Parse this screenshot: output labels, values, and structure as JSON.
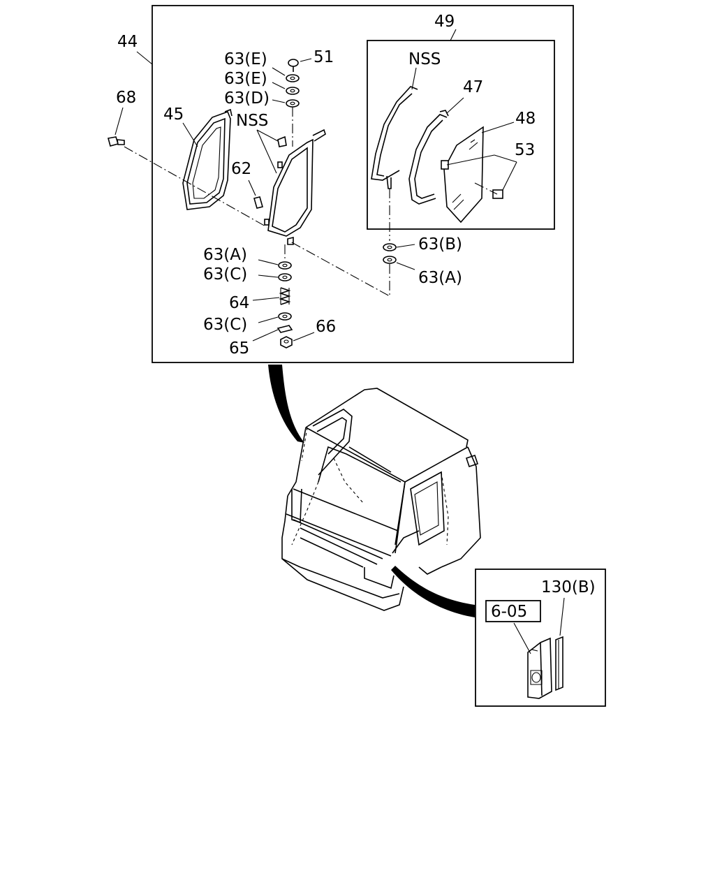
{
  "callouts": {
    "c44": "44",
    "c49": "49",
    "c51": "51",
    "c63e1": "63(E)",
    "c63e2": "63(E)",
    "c63d": "63(D)",
    "c68": "68",
    "c45": "45",
    "c_nss_left": "NSS",
    "c62": "62",
    "c_nss_right": "NSS",
    "c47": "47",
    "c48": "48",
    "c53": "53",
    "c63b": "63(B)",
    "c63a_right": "63(A)",
    "c63a_left": "63(A)",
    "c63c1": "63(C)",
    "c64": "64",
    "c63c2": "63(C)",
    "c66": "66",
    "c65": "65",
    "c130b": "130(B)",
    "c605": "6-05"
  }
}
